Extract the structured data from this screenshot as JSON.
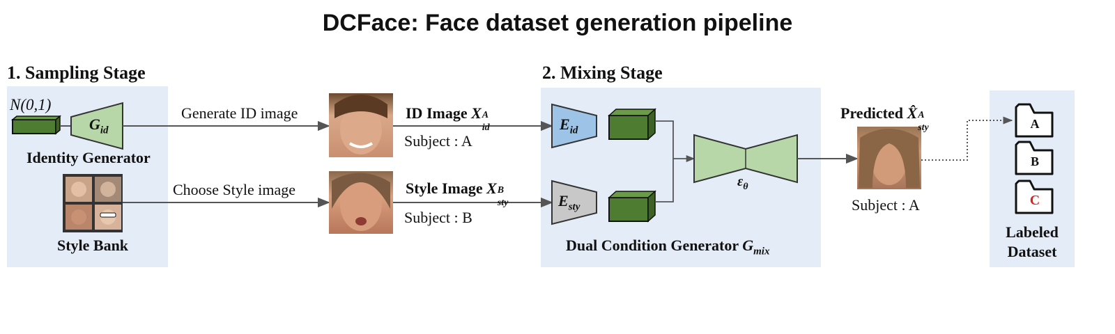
{
  "title": "DCFace: Face dataset generation pipeline",
  "sampling": {
    "stage_label": "1. Sampling Stage",
    "noise_label": "N(0,1)",
    "generator_symbol": "G",
    "generator_sub": "id",
    "identity_generator_label": "Identity Generator",
    "style_bank_label": "Style Bank"
  },
  "arrows": {
    "generate_label": "Generate ID image",
    "choose_label": "Choose Style image"
  },
  "id_image": {
    "label": "ID Image",
    "symbol": "X",
    "sub": "id",
    "sup": "A",
    "subject": "Subject : A"
  },
  "style_image": {
    "label": "Style Image",
    "symbol": "X",
    "sub": "sty",
    "sup": "B",
    "subject": "Subject : B"
  },
  "mixing": {
    "stage_label": "2. Mixing Stage",
    "encoder_id_symbol": "E",
    "encoder_id_sub": "id",
    "encoder_sty_symbol": "E",
    "encoder_sty_sub": "sty",
    "unet_symbol": "ε",
    "unet_sub": "θ",
    "generator_label": "Dual Condition Generator",
    "generator_symbol": "G",
    "generator_sub": "mix"
  },
  "prediction": {
    "label": "Predicted",
    "symbol": "X̂",
    "sub": "sty",
    "sup": "A",
    "subject": "Subject : A"
  },
  "dataset": {
    "folders": [
      "A",
      "B",
      "C"
    ],
    "label_line1": "Labeled",
    "label_line2": "Dataset"
  },
  "colors": {
    "panel": "#e4edf7",
    "green_box": "#4e7d32",
    "light_green": "#b7d7a8",
    "encoder_blue": "#9dc3e6",
    "encoder_gray": "#c8c8c8",
    "folder_highlight": "#e02020"
  }
}
